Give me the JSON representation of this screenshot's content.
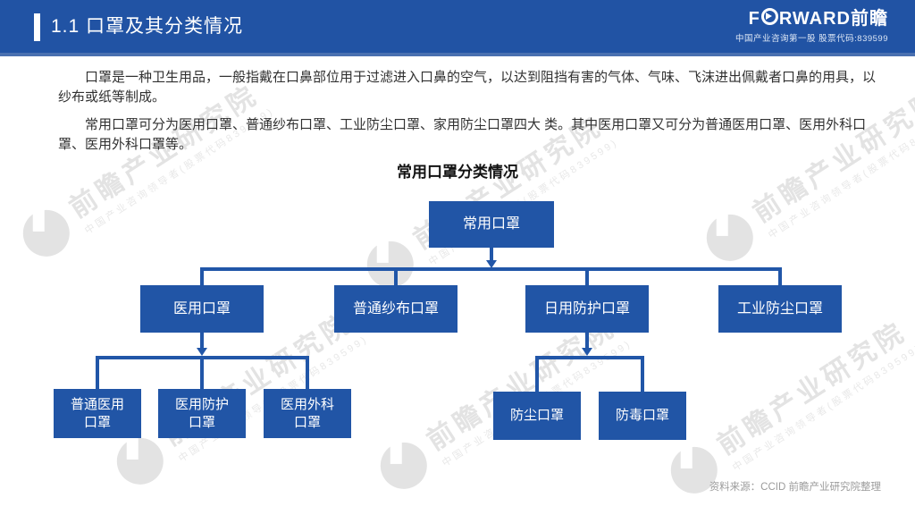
{
  "slide": {
    "header": {
      "title": "1.1 口罩及其分类情况",
      "logo": {
        "part1": "F",
        "part2": "RWARD",
        "part3": "前瞻",
        "subtitle": "中国产业咨询第一股 股票代码:839599"
      }
    },
    "paragraphs": [
      "口罩是一种卫生用品，一般指戴在口鼻部位用于过滤进入口鼻的空气，以达到阻挡有害的气体、气味、飞沫进出佩戴者口鼻的用具，以纱布或纸等制成。",
      "常用口罩可分为医用口罩、普通纱布口罩、工业防尘口罩、家用防尘口罩四大 类。其中医用口罩又可分为普通医用口罩、医用外科口罩、医用外科口罩等。"
    ],
    "diagram": {
      "title": "常用口罩分类情况",
      "root": "常用口罩",
      "level2": [
        "医用口罩",
        "普通纱布口罩",
        "日用防护口罩",
        "工业防尘口罩"
      ],
      "medical_children": [
        "普通医用\n口罩",
        "医用防护\n口罩",
        "医用外科\n口罩"
      ],
      "daily_children": [
        "防尘口罩",
        "防毒口罩"
      ]
    },
    "watermark": {
      "brand": "前瞻产业研究院",
      "tagline": "中国产业咨询领导者(股票代码839599)"
    },
    "source": "资料来源：CCID 前瞻产业研究院整理",
    "colors": {
      "header_blue": "#2153A4",
      "box_blue": "#2155A6",
      "line_blue": "#2156A8"
    }
  }
}
